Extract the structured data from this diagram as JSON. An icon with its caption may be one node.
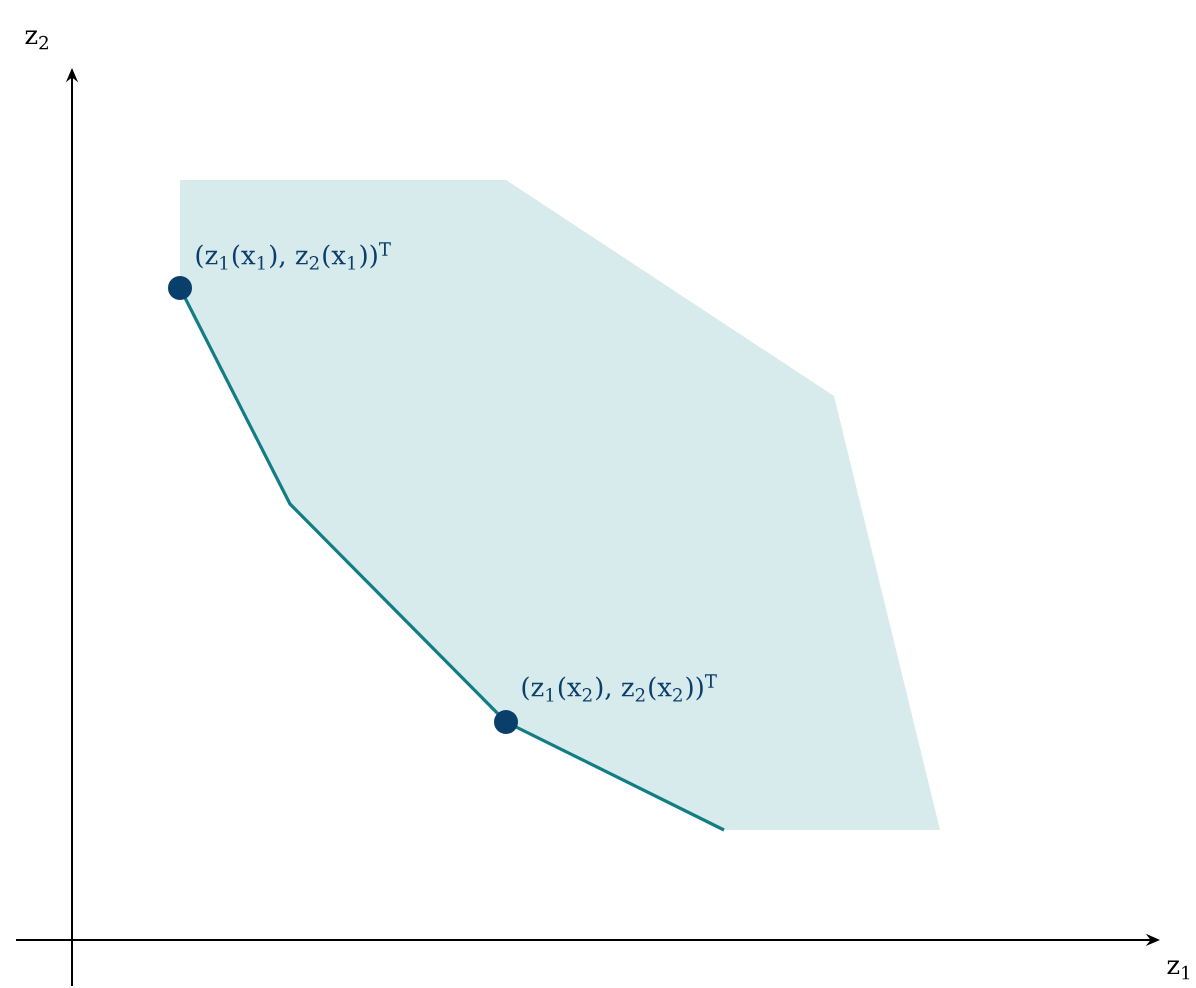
{
  "diagram": {
    "labels": [
      "z$_{2}$",
      "(z$_{1}$(x$_{1}$), z$_{2}$(x$_{1}$))$^{T}$",
      "(z$_{1}$(x$_{2}$), z$_{2}$(x$_{2}$))$^{T}$",
      "z$_{1}$"
    ]
  }
}
